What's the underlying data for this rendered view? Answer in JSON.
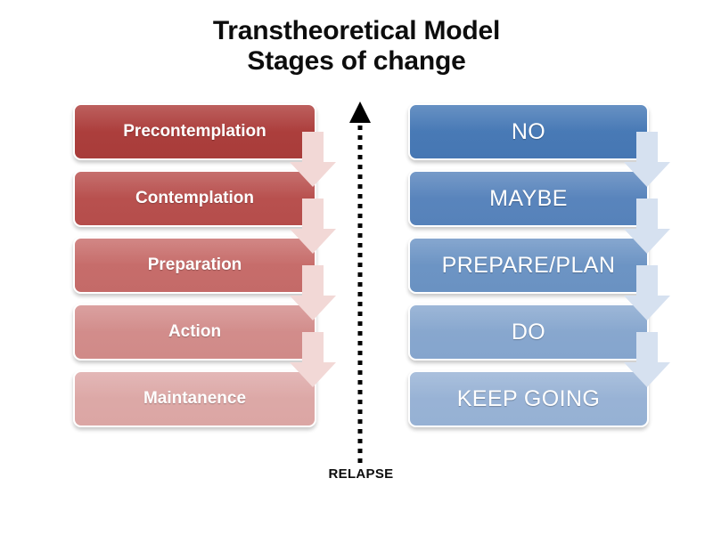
{
  "title": {
    "line1": "Transtheoretical Model",
    "line2": "Stages of change"
  },
  "colors": {
    "background": "#ffffff",
    "title_text": "#0d0d0d",
    "stage_top": "#b24444",
    "stage_bottom": "#e0afae",
    "response_top": "#4a7ab5",
    "response_bottom": "#a6bcd7",
    "arrow_left": "#f2d8d6",
    "arrow_right": "#d6e1f0",
    "relapse_line": "#000000"
  },
  "stages": {
    "column_name": "stages-of-change",
    "items": [
      {
        "label": "Precontemplation",
        "fill_start": "#b0413f",
        "fill_end": "#a83c3a"
      },
      {
        "label": "Contemplation",
        "fill_start": "#bb5452",
        "fill_end": "#b54d4b"
      },
      {
        "label": "Preparation",
        "fill_start": "#c9706e",
        "fill_end": "#c46a68"
      },
      {
        "label": "Action",
        "fill_start": "#d48f8e",
        "fill_end": "#d08a88"
      },
      {
        "label": "Maintanence",
        "fill_start": "#deaaa9",
        "fill_end": "#dba6a4"
      }
    ]
  },
  "responses": {
    "column_name": "patient-responses",
    "items": [
      {
        "label": "NO",
        "fill_start": "#4a7cb8",
        "fill_end": "#4677b3"
      },
      {
        "label": "MAYBE",
        "fill_start": "#5c87be",
        "fill_end": "#5682ba"
      },
      {
        "label": "PREPARE/PLAN",
        "fill_start": "#6f96c6",
        "fill_end": "#6a92c2"
      },
      {
        "label": "DO",
        "fill_start": "#8aa9d0",
        "fill_end": "#85a5cd"
      },
      {
        "label": "KEEP GOING",
        "fill_start": "#9ab4d6",
        "fill_end": "#96b1d4"
      }
    ]
  },
  "arrows": {
    "left_count": 4,
    "right_count": 4,
    "direction": "down",
    "icon": "down-block-arrow-icon"
  },
  "relapse": {
    "label": "RELAPSE",
    "direction": "up",
    "style": "dotted",
    "icon": "dotted-up-arrow-icon"
  }
}
